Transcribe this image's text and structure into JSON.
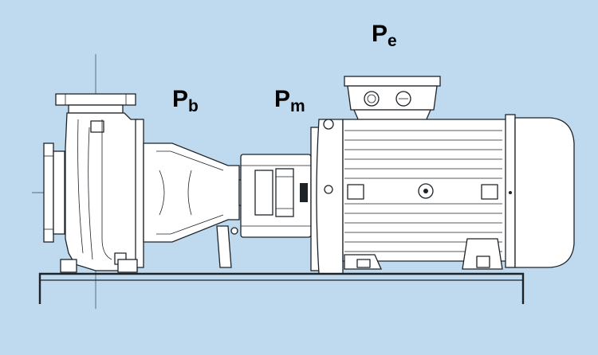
{
  "labels": {
    "pump_bearing": {
      "main": "P",
      "sub": "b"
    },
    "motor_shaft": {
      "main": "P",
      "sub": "m"
    },
    "electrical_input": {
      "main": "P",
      "sub": "e"
    }
  },
  "colors": {
    "background": "#bfd9ee",
    "line": "#1e2328",
    "body_fill": "#ffffff"
  }
}
